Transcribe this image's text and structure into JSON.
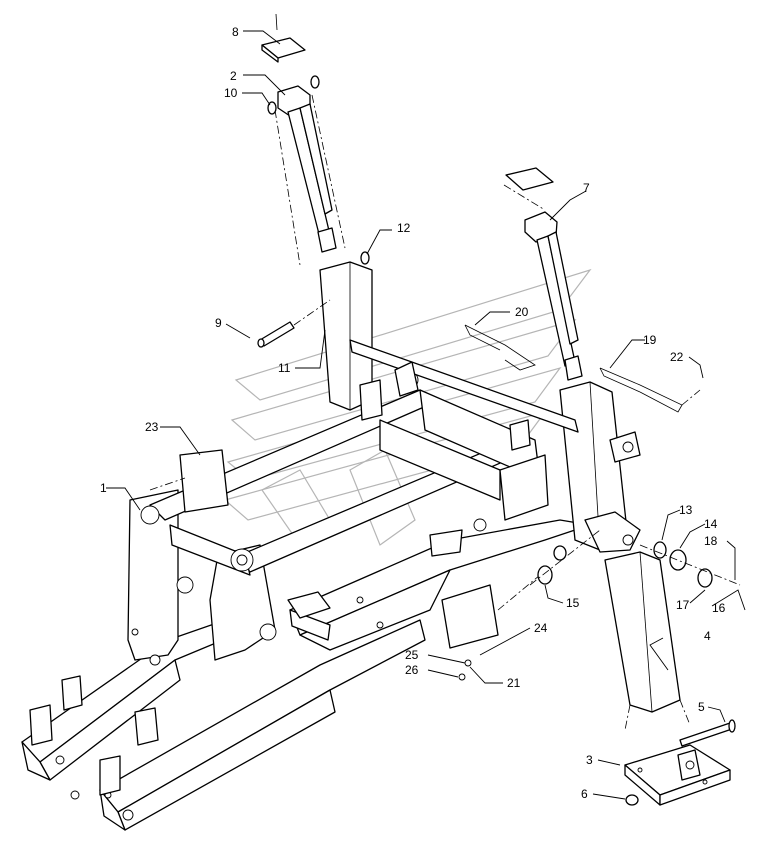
{
  "diagram": {
    "type": "exploded parts diagram",
    "callouts": [
      {
        "id": "c1",
        "label": "1"
      },
      {
        "id": "c2",
        "label": "2"
      },
      {
        "id": "c3",
        "label": "3"
      },
      {
        "id": "c4",
        "label": "4"
      },
      {
        "id": "c5",
        "label": "5"
      },
      {
        "id": "c6",
        "label": "6"
      },
      {
        "id": "c7",
        "label": "7"
      },
      {
        "id": "c8",
        "label": "8"
      },
      {
        "id": "c9",
        "label": "9"
      },
      {
        "id": "c10",
        "label": "10"
      },
      {
        "id": "c11",
        "label": "11"
      },
      {
        "id": "c12",
        "label": "12"
      },
      {
        "id": "c13",
        "label": "13"
      },
      {
        "id": "c14",
        "label": "14"
      },
      {
        "id": "c15",
        "label": "15"
      },
      {
        "id": "c16",
        "label": "16"
      },
      {
        "id": "c17",
        "label": "17"
      },
      {
        "id": "c18",
        "label": "18"
      },
      {
        "id": "c19",
        "label": "19"
      },
      {
        "id": "c20",
        "label": "20"
      },
      {
        "id": "c21",
        "label": "21"
      },
      {
        "id": "c22",
        "label": "22"
      },
      {
        "id": "c23",
        "label": "23"
      },
      {
        "id": "c24",
        "label": "24"
      },
      {
        "id": "c25",
        "label": "25"
      },
      {
        "id": "c26",
        "label": "26"
      }
    ]
  }
}
